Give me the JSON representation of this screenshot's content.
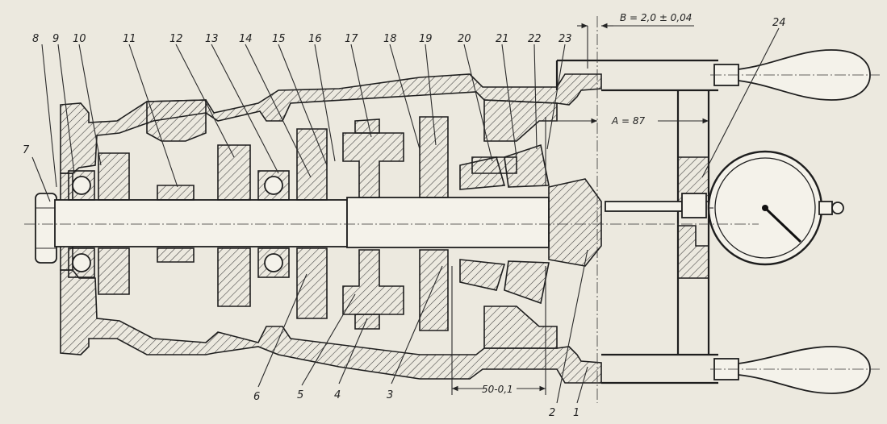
{
  "callouts_top": [
    "8",
    "9",
    "10",
    "11",
    "12",
    "13",
    "14",
    "15",
    "16",
    "17",
    "18",
    "19",
    "20",
    "21",
    "22",
    "23"
  ],
  "callout_24": "24",
  "callout_7": "7",
  "callouts_bottom": [
    "6",
    "5",
    "4",
    "3",
    "2",
    "1"
  ],
  "dimensions": {
    "b": "B = 2,0 ± 0,04",
    "a": "A = 87",
    "len": "50-0,1"
  }
}
